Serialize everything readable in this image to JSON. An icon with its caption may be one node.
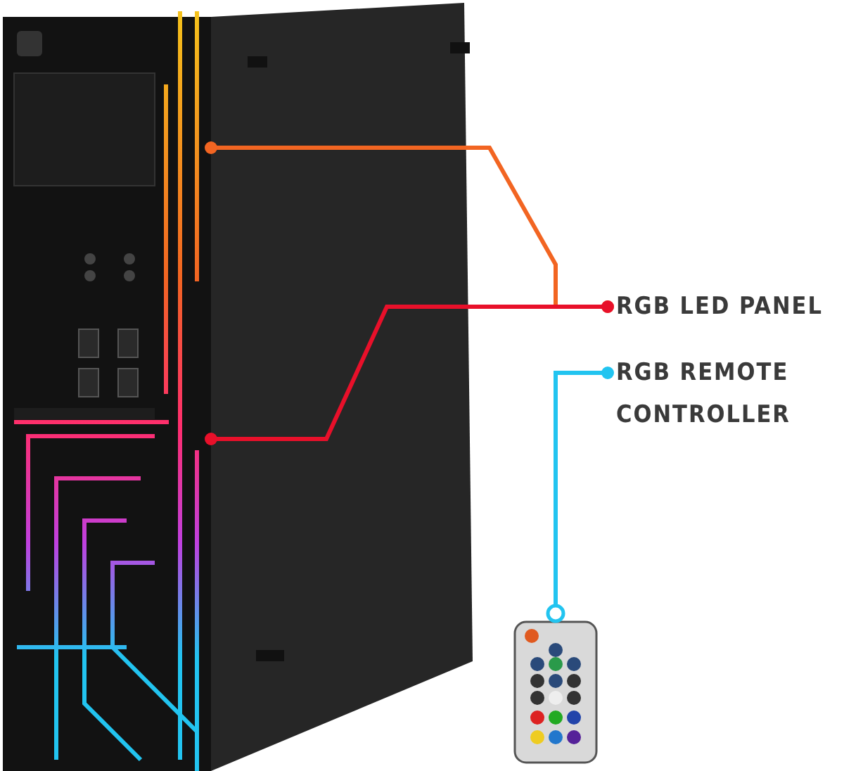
{
  "diagram": {
    "nodes": [
      {
        "text": [],
        "shape": "picture"
      },
      {
        "text": [
          "RGB LED PANEL"
        ]
      },
      {
        "text": [
          "RGB REMOTE CONTROLLER"
        ]
      },
      {
        "text": [],
        "shape": "picture"
      }
    ],
    "edges": [
      {
        "from": 0,
        "to": 1,
        "arrow": "other",
        "color": "#f26522"
      },
      {
        "from": 0,
        "to": 1,
        "arrow": "other",
        "color": "#e8102a"
      },
      {
        "from": 3,
        "to": 2,
        "arrow": "other",
        "color": "#22c4f0"
      }
    ]
  }
}
